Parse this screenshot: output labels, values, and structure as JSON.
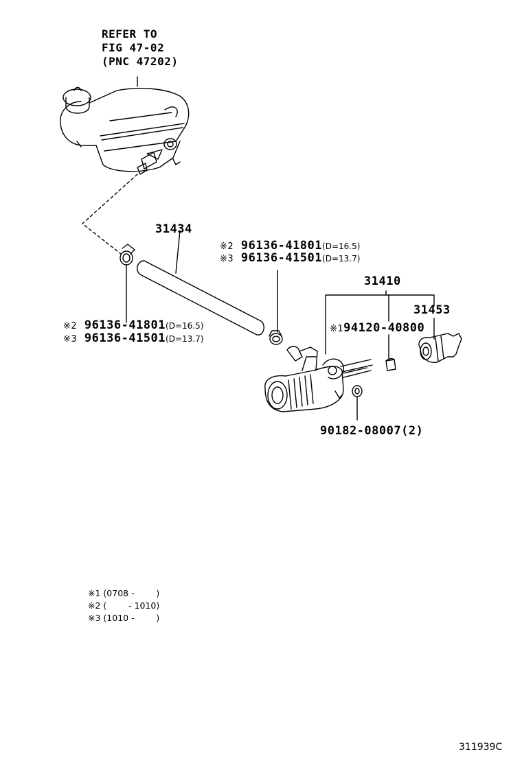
{
  "reference": {
    "line1": "REFER TO",
    "line2": "FIG 47-02",
    "line3": "(PNC 47202)"
  },
  "callouts": {
    "hose": "31434",
    "master_cylinder": "31410",
    "boot": "31453",
    "kit": {
      "mark": "※1",
      "part": "94120-40800"
    },
    "nut": {
      "part": "90182-08007",
      "qty": "(2)"
    },
    "clamp_left": [
      {
        "mark": "※2",
        "part": "96136-41801",
        "dim": "(D=16.5)"
      },
      {
        "mark": "※3",
        "part": "96136-41501",
        "dim": "(D=13.7)"
      }
    ],
    "clamp_right": [
      {
        "mark": "※2",
        "part": "96136-41801",
        "dim": "(D=16.5)"
      },
      {
        "mark": "※3",
        "part": "96136-41501",
        "dim": "(D=13.7)"
      }
    ]
  },
  "notes": [
    {
      "mark": "※1",
      "range": "(0708 -        )"
    },
    {
      "mark": "※2",
      "range": "(        - 1010)"
    },
    {
      "mark": "※3",
      "range": "(1010 -        )"
    }
  ],
  "figure_id": "311939C"
}
